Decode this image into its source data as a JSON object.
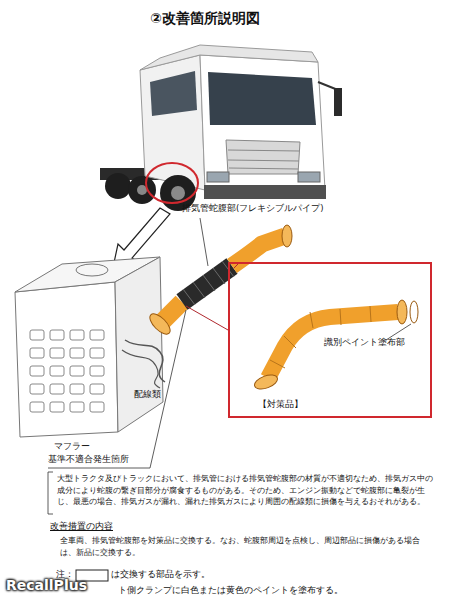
{
  "diagram": {
    "title": "②改善箇所説明図",
    "nodes": [
      {
        "text": [
          "識別ペイント塗布部",
          "【対策品】"
        ]
      }
    ],
    "labels": [
      "排気管蛇腹部(フレキシブルパイプ)",
      "配線類",
      "マフラー",
      "基準不適合発生箇所",
      "大型トラクタ及びトラックにおいて、排気管における排気管蛇腹部の材質が不適切なため、排気ガス中の成分により蛇腹の繋ぎ目部分が腐食するものがある。そのため、エンジン振動などで蛇腹部に亀裂が生じ、最悪の場合、排気ガスが漏れ、漏れた排気ガスにより周囲の配線類に損傷を与えるおそれがある。",
      "改善措置の内容",
      "全車両、排気管蛇腹部を対策品に交換する。なお、蛇腹部周辺を点検し、周辺部品に損傷がある場合は、新品に交換する。",
      "注：",
      "は交換する部品を示す。",
      "ト側クランプに白色または黄色のペイントを塗布する。",
      "RecallPlus"
    ]
  }
}
